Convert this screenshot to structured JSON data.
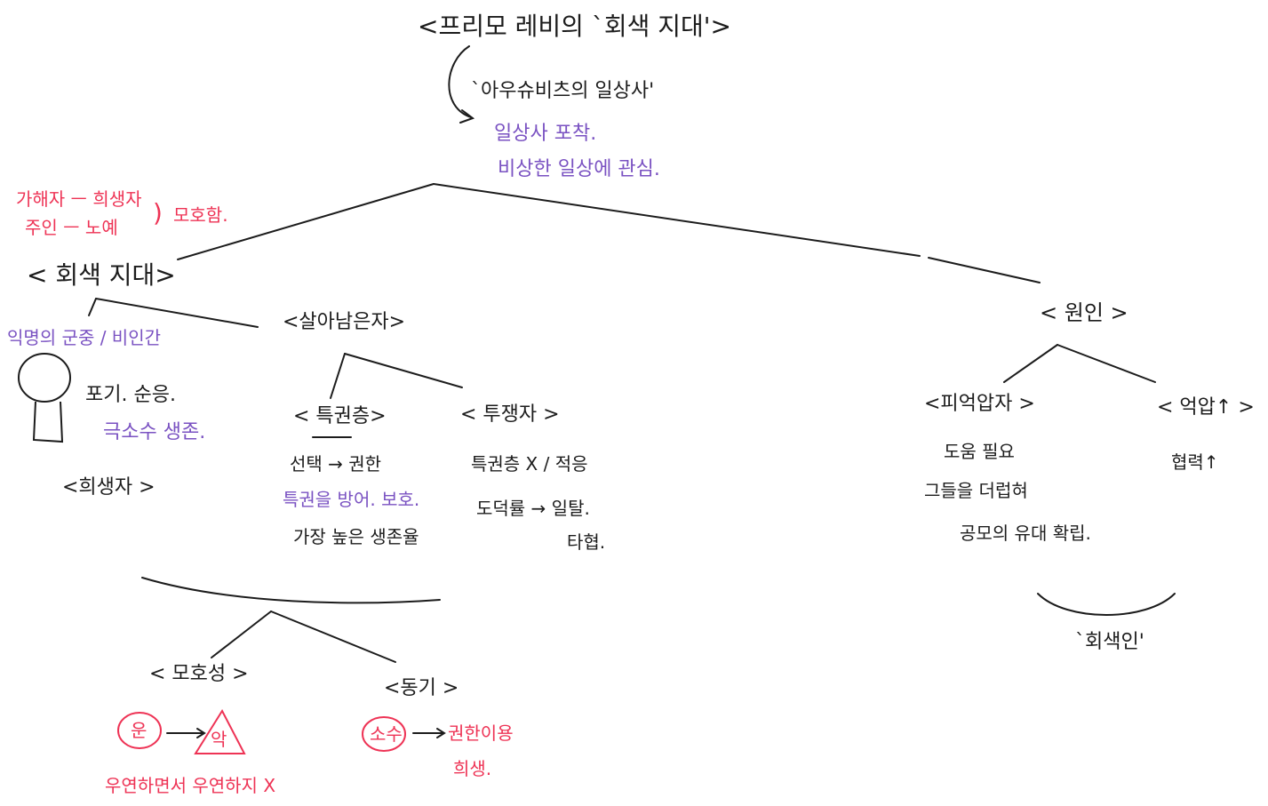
{
  "title": "<프리모 레비의 `회색 지대'>",
  "intro": {
    "subtitle": "`아우슈비츠의 일상사'",
    "note1": "일상사 포착.",
    "note2": "비상한 일상에 관심."
  },
  "left_annotation": {
    "line1": "가해자 ㅡ 희생자",
    "line2": "주인 ㅡ 노예",
    "bracket": ")",
    "tag": "모호함."
  },
  "gray_zone": {
    "label": "< 회색 지대>",
    "anonymous": "익명의 군중 / 비인간",
    "victim_desc1": "포기. 순응.",
    "victim_desc2": "극소수 생존.",
    "victim_label": "<희생자 >"
  },
  "survivors": {
    "label": "<살아남은자>",
    "privileged": {
      "label": "< 특권층>",
      "line1": "선택 → 권한",
      "line2": "특권을 방어. 보호.",
      "line3": "가장 높은 생존율"
    },
    "ordinary": {
      "label": "< 투쟁자 >",
      "line1": "특권층 X / 적응",
      "line2": "도덕률 → 일탈.",
      "line3": "타협."
    }
  },
  "bottom": {
    "ambiguity": {
      "label": "< 모호성 >",
      "circle": "운",
      "triangle": "악",
      "note": "우연하면서 우연하지 X"
    },
    "motive": {
      "label": "<동기 >",
      "circle": "소수",
      "arrow_text": "권한이용",
      "note": "희생."
    }
  },
  "cause": {
    "label": "< 원인 >",
    "oppressed": {
      "label": "<피억압자 >",
      "line1": "도움 필요",
      "line2": "그들을 더럽혀",
      "line3": "공모의 유대 확립."
    },
    "oppressor": {
      "label": "< 억압↑ >",
      "line1": "협력↑"
    },
    "result": "`회색인'"
  }
}
